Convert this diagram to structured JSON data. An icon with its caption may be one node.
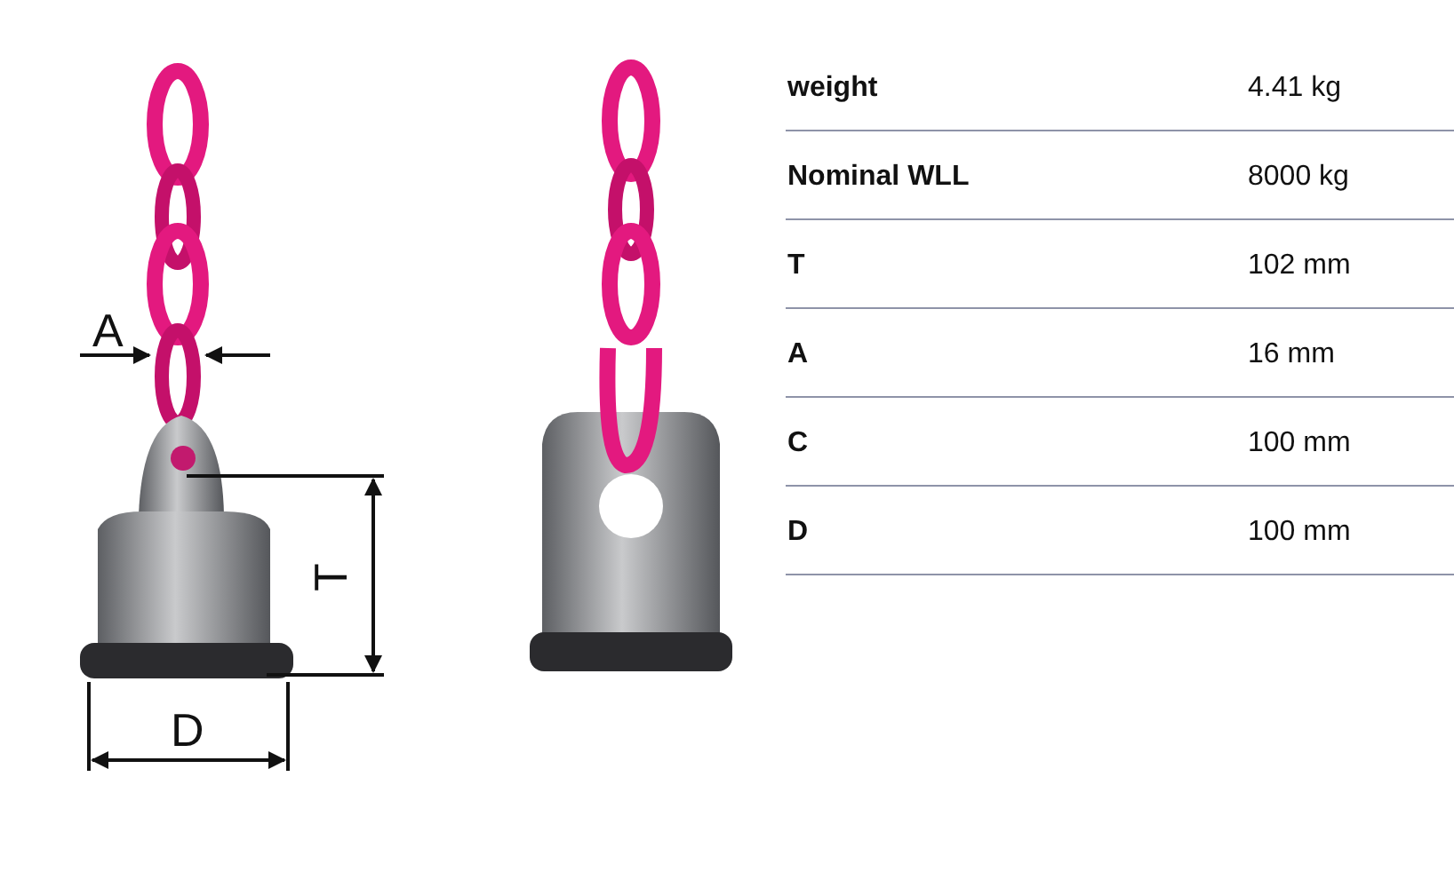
{
  "diagram": {
    "labels": [
      "A",
      "T",
      "D",
      "weight",
      "4.41 kg",
      "Nominal WLL",
      "8000 kg",
      "T",
      "102 mm",
      "A",
      "16 mm",
      "C",
      "100 mm",
      "D",
      "100 mm"
    ]
  }
}
